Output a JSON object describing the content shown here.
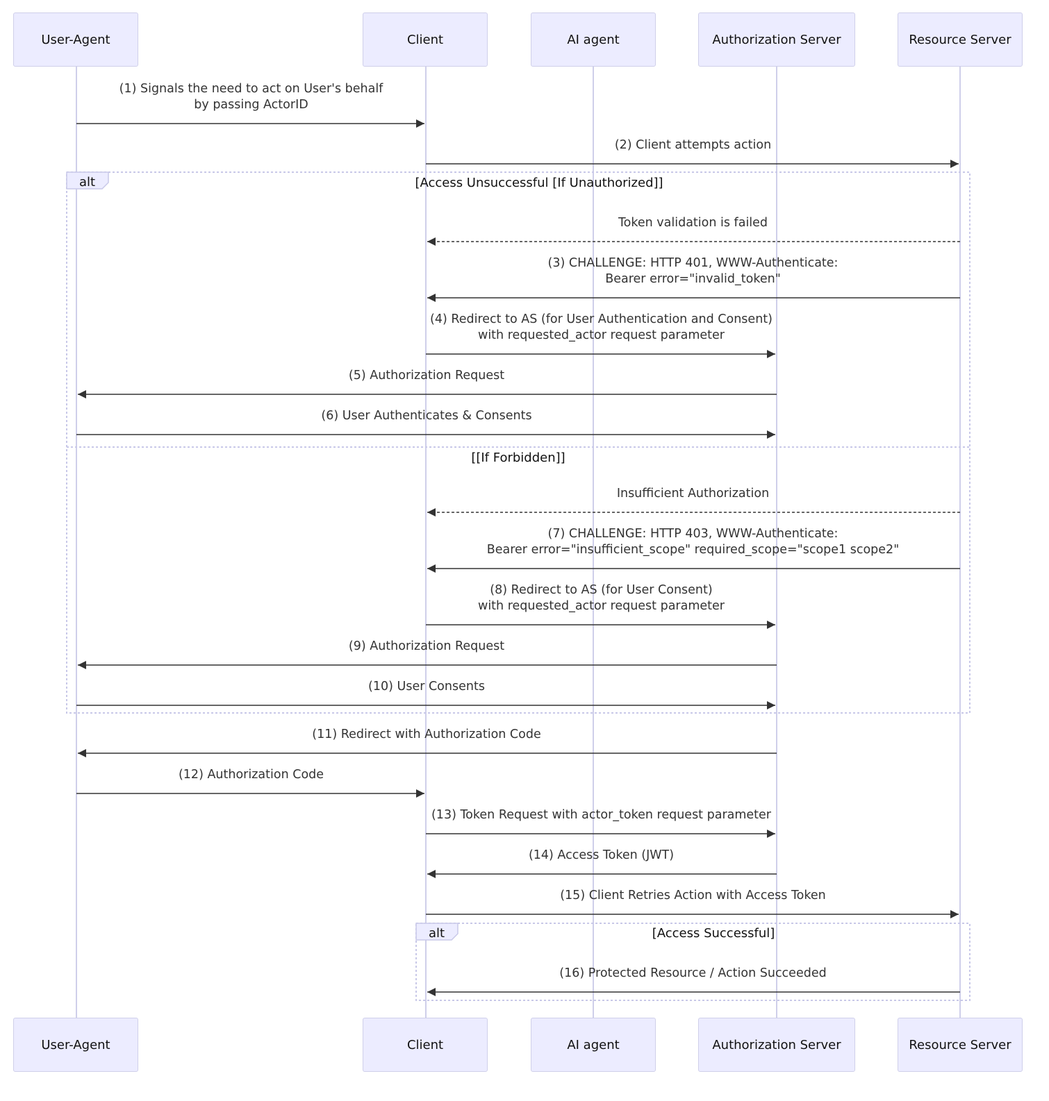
{
  "participants": [
    {
      "id": "ua",
      "name": "User-Agent"
    },
    {
      "id": "client",
      "name": "Client"
    },
    {
      "id": "ai",
      "name": "AI agent"
    },
    {
      "id": "as",
      "name": "Authorization Server"
    },
    {
      "id": "rs",
      "name": "Resource Server"
    }
  ],
  "messages": [
    {
      "from": "ua",
      "to": "client",
      "style": "solid",
      "lines": [
        "(1) Signals the need to act on User's behalf",
        "by passing ActorID"
      ]
    },
    {
      "from": "client",
      "to": "rs",
      "style": "solid",
      "lines": [
        "(2) Client attempts action"
      ]
    },
    {
      "from": "rs",
      "to": "client",
      "style": "dashed",
      "lines": [
        "Token validation is failed"
      ]
    },
    {
      "from": "rs",
      "to": "client",
      "style": "solid",
      "lines": [
        "(3) CHALLENGE: HTTP 401, WWW-Authenticate:",
        "Bearer error=\"invalid_token\""
      ]
    },
    {
      "from": "client",
      "to": "as",
      "style": "solid",
      "lines": [
        "(4) Redirect to AS (for User Authentication and Consent)",
        "with requested_actor request parameter"
      ]
    },
    {
      "from": "as",
      "to": "ua",
      "style": "solid",
      "lines": [
        "(5) Authorization Request"
      ]
    },
    {
      "from": "ua",
      "to": "as",
      "style": "solid",
      "lines": [
        "(6) User Authenticates & Consents"
      ]
    },
    {
      "from": "rs",
      "to": "client",
      "style": "dashed",
      "lines": [
        "Insufficient Authorization"
      ]
    },
    {
      "from": "rs",
      "to": "client",
      "style": "solid",
      "lines": [
        "(7) CHALLENGE: HTTP 403, WWW-Authenticate:",
        "Bearer error=\"insufficient_scope\" required_scope=\"scope1 scope2\""
      ]
    },
    {
      "from": "client",
      "to": "as",
      "style": "solid",
      "lines": [
        "(8) Redirect to AS (for User Consent)",
        "with requested_actor request parameter"
      ]
    },
    {
      "from": "as",
      "to": "ua",
      "style": "solid",
      "lines": [
        "(9) Authorization Request"
      ]
    },
    {
      "from": "ua",
      "to": "as",
      "style": "solid",
      "lines": [
        "(10) User Consents"
      ]
    },
    {
      "from": "as",
      "to": "ua",
      "style": "solid",
      "lines": [
        "(11) Redirect with Authorization Code"
      ]
    },
    {
      "from": "ua",
      "to": "client",
      "style": "solid",
      "lines": [
        "(12) Authorization Code"
      ]
    },
    {
      "from": "client",
      "to": "as",
      "style": "solid",
      "lines": [
        "(13) Token Request with actor_token request parameter"
      ]
    },
    {
      "from": "as",
      "to": "client",
      "style": "solid",
      "lines": [
        "(14) Access Token (JWT)"
      ]
    },
    {
      "from": "client",
      "to": "rs",
      "style": "solid",
      "lines": [
        "(15) Client Retries Action with Access Token"
      ]
    },
    {
      "from": "rs",
      "to": "client",
      "style": "solid",
      "lines": [
        "(16) Protected Resource / Action Succeeded"
      ]
    }
  ],
  "fragments": [
    {
      "type": "alt",
      "sections": [
        "[Access Unsuccessful [If Unauthorized]]",
        "[[If Forbidden]]"
      ],
      "first_message": 2,
      "last_message": 11
    },
    {
      "type": "alt",
      "sections": [
        "[Access Successful]"
      ],
      "first_message": 17,
      "last_message": 17
    }
  ],
  "colors": {
    "actor_fill": "#ececff",
    "actor_border": "#cfcfea",
    "lifeline": "#cfcfea",
    "arrow": "#333333",
    "fragment": "#c8c8e8"
  }
}
